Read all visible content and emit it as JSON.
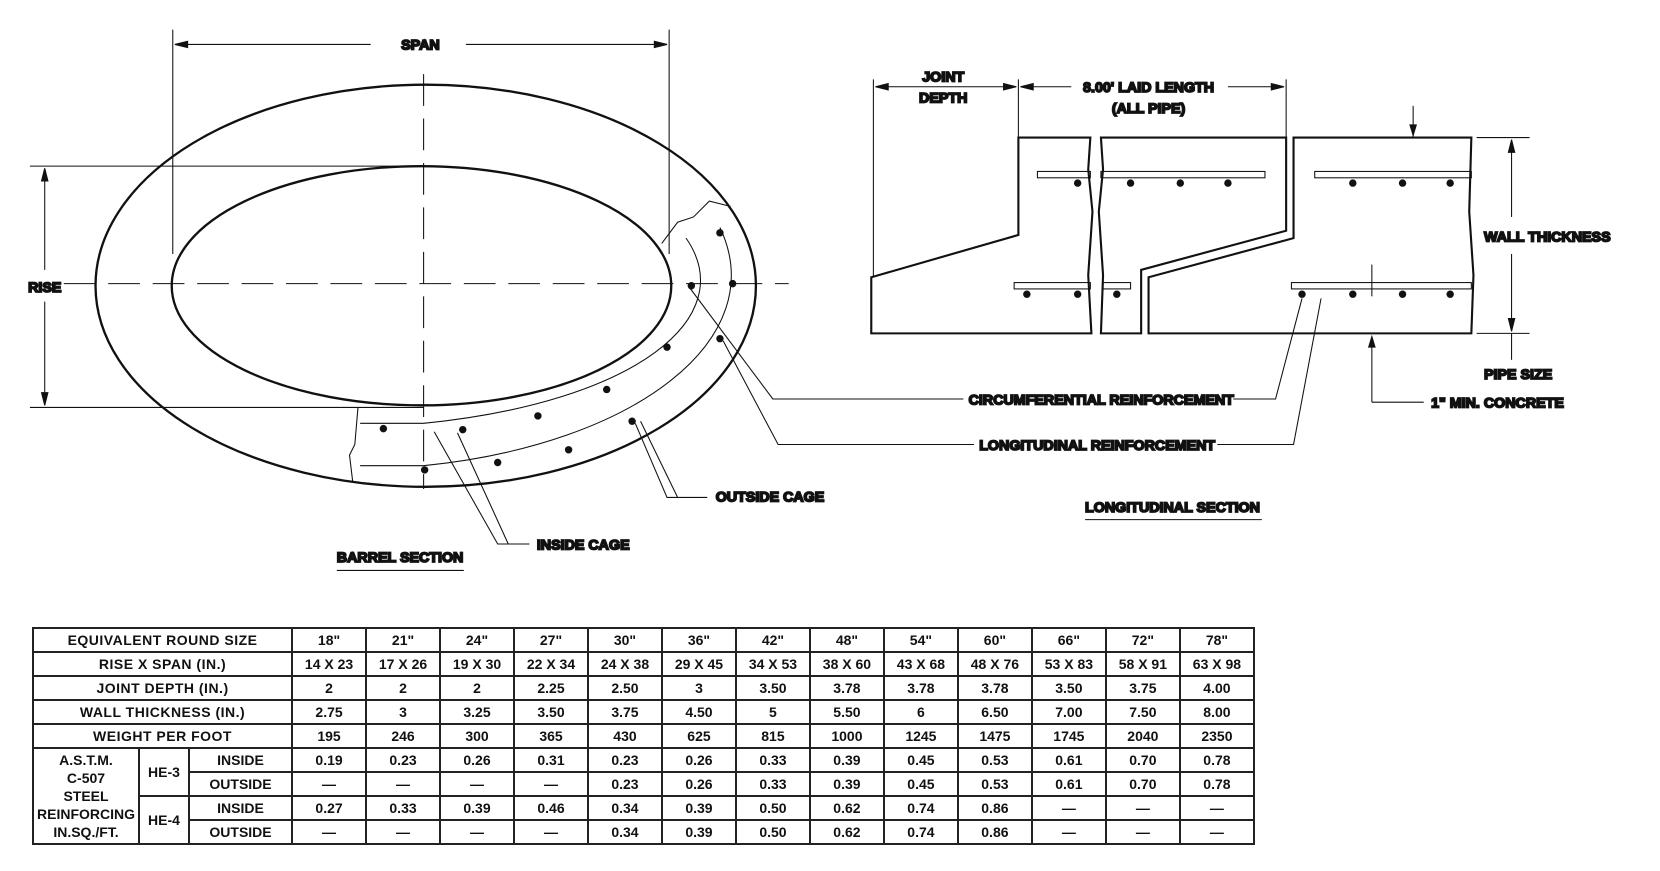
{
  "barrel": {
    "span": "SPAN",
    "rise": "RISE",
    "outside_cage": "OUTSIDE CAGE",
    "inside_cage": "INSIDE CAGE",
    "title": "BARREL SECTION"
  },
  "longitudinal": {
    "joint_depth_1": "JOINT",
    "joint_depth_2": "DEPTH",
    "laid_length": "8.00' LAID LENGTH",
    "all_pipe": "(ALL PIPE)",
    "wall_thickness": "WALL THICKNESS",
    "pipe_size": "PIPE SIZE",
    "min_concrete": "1\" MIN. CONCRETE",
    "circ": "CIRCUMFERENTIAL REINFORCEMENT",
    "long": "LONGITUDINAL REINFORCEMENT",
    "title": "LONGITUDINAL SECTION"
  },
  "table": {
    "headers": [
      "EQUIVALENT ROUND SIZE",
      "RISE X SPAN (IN.)",
      "JOINT DEPTH (IN.)",
      "WALL THICKNESS (IN.)",
      "WEIGHT PER FOOT"
    ],
    "sizes": [
      "18\"",
      "21\"",
      "24\"",
      "27\"",
      "30\"",
      "36\"",
      "42\"",
      "48\"",
      "54\"",
      "60\"",
      "66\"",
      "72\"",
      "78\""
    ],
    "rise_span": [
      "14 X 23",
      "17 X 26",
      "19 X 30",
      "22 X 34",
      "24 X 38",
      "29 X 45",
      "34 X 53",
      "38 X 60",
      "43 X 68",
      "48 X 76",
      "53 X 83",
      "58 X 91",
      "63 X 98"
    ],
    "joint_depth": [
      "2",
      "2",
      "2",
      "2.25",
      "2.50",
      "3",
      "3.50",
      "3.78",
      "3.78",
      "3.78",
      "3.50",
      "3.75",
      "4.00"
    ],
    "wall_thickness": [
      "2.75",
      "3",
      "3.25",
      "3.50",
      "3.75",
      "4.50",
      "5",
      "5.50",
      "6",
      "6.50",
      "7.00",
      "7.50",
      "8.00"
    ],
    "weight": [
      "195",
      "246",
      "300",
      "365",
      "430",
      "625",
      "815",
      "1000",
      "1245",
      "1475",
      "1745",
      "2040",
      "2350"
    ],
    "astm_label": [
      "A.S.T.M.",
      "C-507",
      "STEEL",
      "REINFORCING",
      "IN.SQ./FT."
    ],
    "he3": "HE-3",
    "he4": "HE-4",
    "inside": "INSIDE",
    "outside": "OUTSIDE",
    "he3_inside": [
      "0.19",
      "0.23",
      "0.26",
      "0.31",
      "0.23",
      "0.26",
      "0.33",
      "0.39",
      "0.45",
      "0.53",
      "0.61",
      "0.70",
      "0.78"
    ],
    "he3_outside": [
      "—",
      "—",
      "—",
      "—",
      "0.23",
      "0.26",
      "0.33",
      "0.39",
      "0.45",
      "0.53",
      "0.61",
      "0.70",
      "0.78"
    ],
    "he4_inside": [
      "0.27",
      "0.33",
      "0.39",
      "0.46",
      "0.34",
      "0.39",
      "0.50",
      "0.62",
      "0.74",
      "0.86",
      "—",
      "—",
      "—"
    ],
    "he4_outside": [
      "—",
      "—",
      "—",
      "—",
      "0.34",
      "0.39",
      "0.50",
      "0.62",
      "0.74",
      "0.86",
      "—",
      "—",
      "—"
    ]
  }
}
